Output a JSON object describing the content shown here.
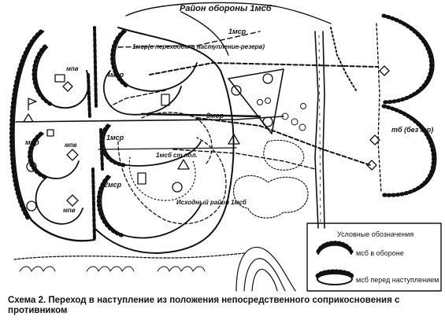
{
  "map": {
    "labels": {
      "defense_area": "Район обороны 1мсб",
      "company_1": "1мср",
      "company_1_note": "1мср(с переходом в наступление-резерв)",
      "company_4": "4мср",
      "company_3": "3мср",
      "company_2": "2мср",
      "company_1_top": "1мср",
      "mpr": "мпр",
      "mpv_1": "мпв",
      "mpv_2": "мпв",
      "mpv_3": "мпв",
      "msb_pos": "1мсб ст.пол.",
      "start_area": "Исходный район 1мсб",
      "tank_bn": "тб (без тр)"
    },
    "legend": {
      "title": "Условные обозначения",
      "item_defense": "мсб в обороне",
      "item_attack": "мсб перед наступлением"
    }
  },
  "caption": "Схема 2. Переход в наступление из положения непосредственного соприкосновения с противником"
}
